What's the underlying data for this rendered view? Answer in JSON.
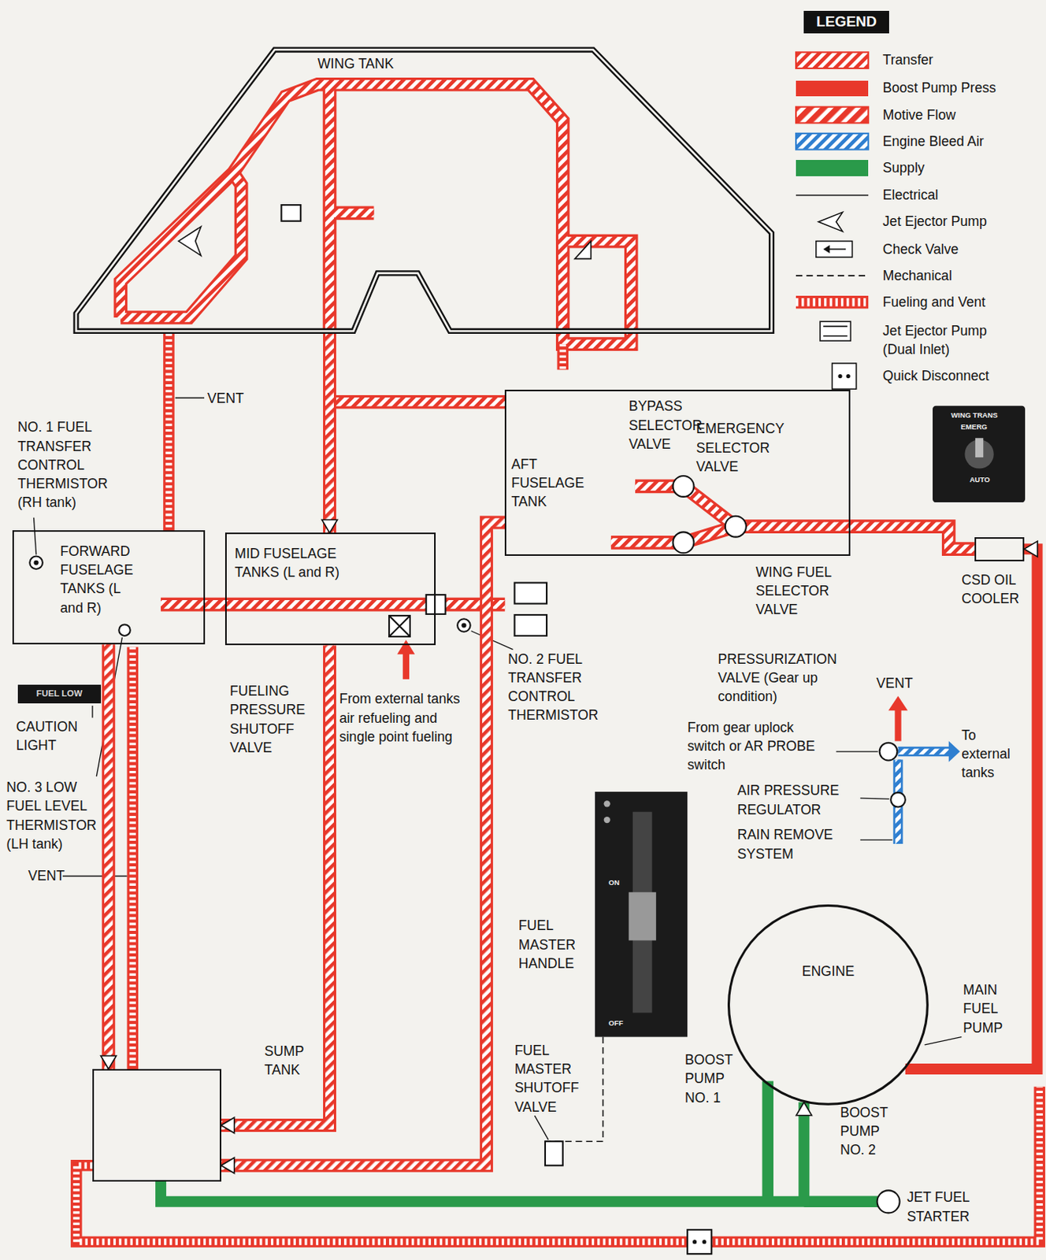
{
  "diagram": {
    "nodes": [
      {
        "text": [
          "WING TANK"
        ]
      },
      {
        "text": [
          "FORWARD FUSELAGE TANKS (L and R)"
        ]
      },
      {
        "text": [
          "MID FUSELAGE TANKS (L and R)"
        ]
      },
      {
        "text": [
          "AFT FUSELAGE TANK"
        ]
      },
      {
        "text": [
          "SUMP TANK"
        ]
      },
      {
        "text": [
          "ENGINE"
        ]
      },
      {
        "text": [
          "CSD OIL COOLER"
        ]
      }
    ],
    "edges": [
      {
        "from": 1,
        "to": 4,
        "arrow": "to"
      },
      {
        "from": 2,
        "to": 4,
        "arrow": "to"
      },
      {
        "from": 3,
        "to": 4,
        "arrow": "to"
      },
      {
        "from": 0,
        "to": 2,
        "arrow": "to"
      },
      {
        "from": 4,
        "to": 5,
        "arrow": "to"
      },
      {
        "from": 5,
        "to": 6,
        "arrow": "to"
      }
    ],
    "labels": [
      "LEGEND",
      "NO. 1 FUEL TRANSFER CONTROL THERMISTOR (RH tank)",
      "VENT",
      "FUEL LOW",
      "CAUTION LIGHT",
      "NO. 3 LOW FUEL LEVEL THERMISTOR (LH tank)",
      "VENT",
      "FUELING PRESSURE SHUTOFF VALVE",
      "From external tanks air refueling and single point fueling",
      "NO. 2 FUEL TRANSFER CONTROL THERMISTOR",
      "BYPASS SELECTOR VALVE",
      "EMERGENCY SELECTOR VALVE",
      "WING FUEL SELECTOR VALVE",
      "PRESSURIZATION VALVE (Gear up condition)",
      "VENT",
      "From gear uplock switch or AR PROBE switch",
      "To external tanks",
      "AIR PRESSURE REGULATOR",
      "RAIN REMOVE SYSTEM",
      "FUEL MASTER HANDLE",
      "FUEL MASTER SHUTOFF VALVE",
      "MAIN FUEL PUMP",
      "BOOST PUMP NO. 1",
      "BOOST PUMP NO. 2",
      "JET FUEL STARTER",
      "WING TRANS",
      "EMERG",
      "AUTO",
      "ON",
      "OFF"
    ],
    "legend": [
      {
        "text": "Transfer"
      },
      {
        "text": "Boost Pump Press",
        "color": "#e8382b"
      },
      {
        "text": "Motive Flow"
      },
      {
        "text": "Engine Bleed Air"
      },
      {
        "text": "Supply",
        "color": "#2a9a4a"
      },
      {
        "text": "Electrical"
      },
      {
        "text": "Jet Ejector Pump"
      },
      {
        "text": "Check Valve"
      },
      {
        "text": "Mechanical"
      },
      {
        "text": "Fueling and Vent"
      },
      {
        "text": "Jet Ejector Pump (Dual Inlet)"
      },
      {
        "text": "Quick Disconnect"
      }
    ]
  }
}
